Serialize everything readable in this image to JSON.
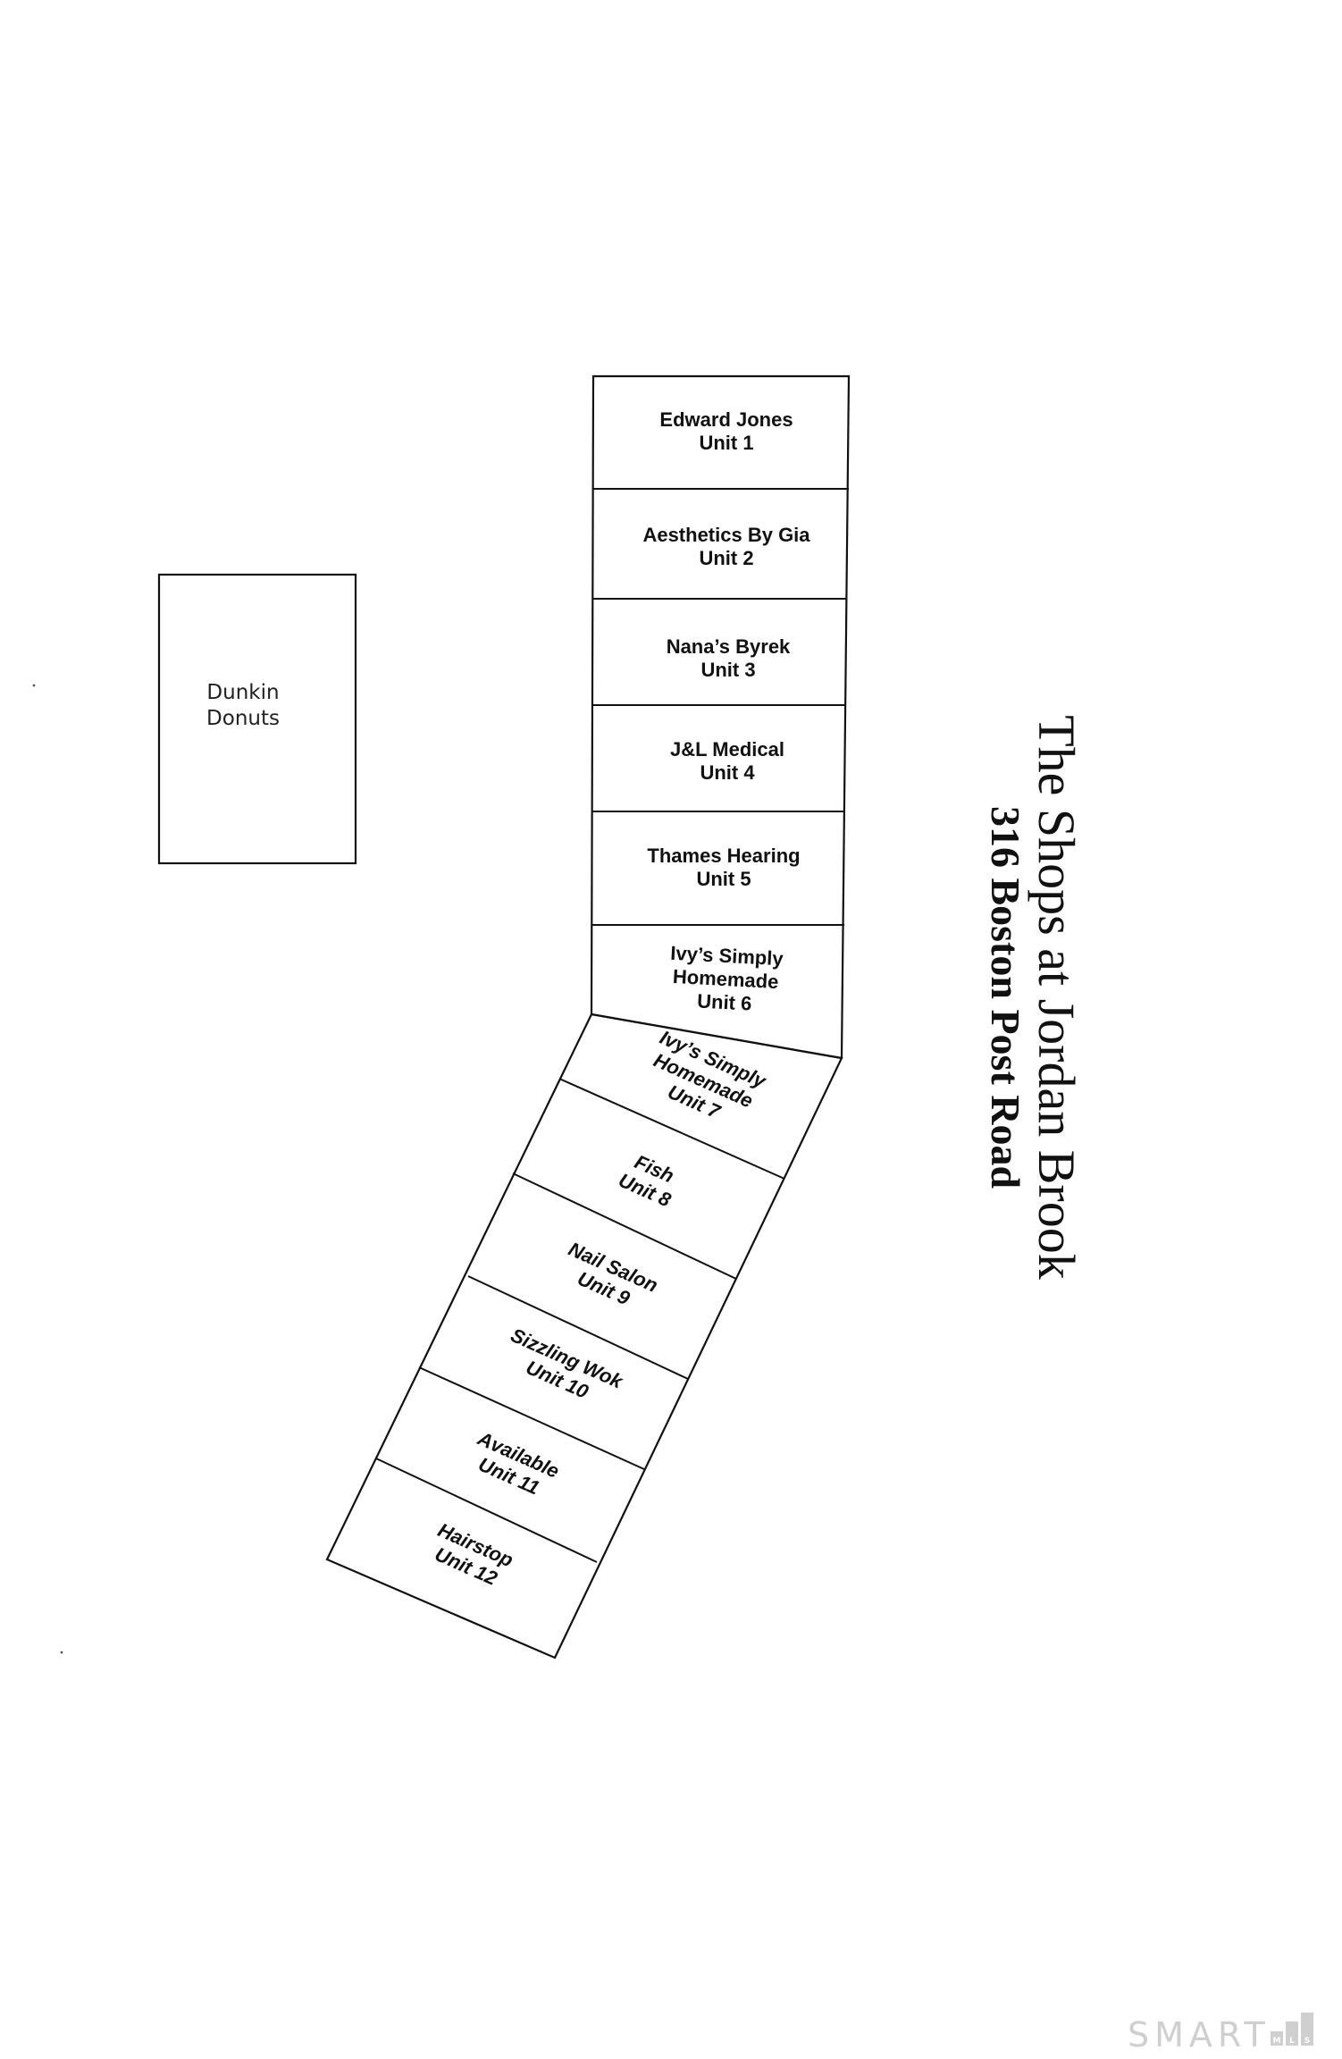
{
  "title": {
    "line1": "The Shops at Jordan Brook",
    "line2": "316 Boston Post Road"
  },
  "outparcel": {
    "line1": "Dunkin",
    "line2": "Donuts"
  },
  "units_upper": [
    {
      "lines": [
        "Edward Jones",
        "Unit 1"
      ]
    },
    {
      "lines": [
        "Aesthetics By Gia",
        "Unit 2"
      ]
    },
    {
      "lines": [
        "Nana’s Byrek",
        "Unit 3"
      ]
    },
    {
      "lines": [
        "J&L Medical",
        "Unit 4"
      ]
    },
    {
      "lines": [
        "Thames Hearing",
        "Unit 5"
      ]
    },
    {
      "lines": [
        "Ivy’s Simply",
        "Homemade",
        "Unit 6"
      ]
    }
  ],
  "units_lower": [
    {
      "lines": [
        "Ivy’s Simply",
        "Homemade",
        "Unit 7"
      ]
    },
    {
      "lines": [
        "Fish",
        "Unit 8"
      ]
    },
    {
      "lines": [
        "Nail Salon",
        "Unit 9"
      ]
    },
    {
      "lines": [
        "Sizzling Wok",
        "Unit 10"
      ]
    },
    {
      "lines": [
        "Available",
        "Unit 11"
      ]
    },
    {
      "lines": [
        "Hairstop",
        "Unit 12"
      ]
    }
  ],
  "watermark": {
    "brand": "SMART",
    "box_letters": [
      "M",
      "L",
      "S"
    ]
  }
}
